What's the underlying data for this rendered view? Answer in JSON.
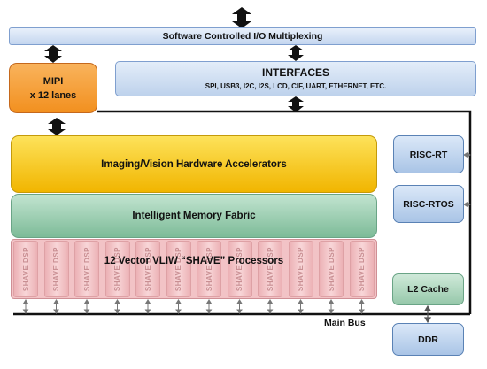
{
  "top_bar": {
    "label": "Software Controlled I/O Multiplexing"
  },
  "mipi": {
    "title": "MIPI",
    "subtitle": "x 12 lanes"
  },
  "interfaces": {
    "title": "INTERFACES",
    "subtitle": "SPI, USB3, I2C, I2S, LCD, CIF, UART, ETHERNET, ETC."
  },
  "imaging": {
    "label": "Imaging/Vision Hardware Accelerators"
  },
  "memory_fabric": {
    "label": "Intelligent Memory Fabric"
  },
  "shave": {
    "label": "12 Vector VLIW “SHAVE” Processors",
    "lane_label": "SHAVE DSP",
    "lane_count": 12
  },
  "risc_rt": {
    "label": "RISC-RT"
  },
  "risc_rtos": {
    "label": "RISC-RTOS"
  },
  "l2_cache": {
    "label": "L2 Cache"
  },
  "ddr": {
    "label": "DDR"
  },
  "main_bus": {
    "label": "Main Bus"
  }
}
